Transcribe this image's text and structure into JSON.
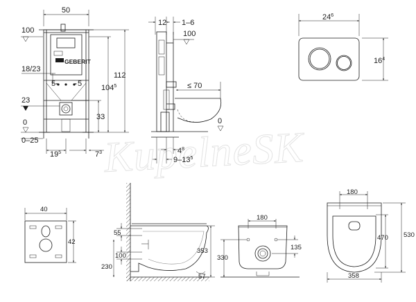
{
  "watermark": "KupelneSK",
  "frame_front": {
    "width": "50",
    "level_100": "100",
    "height_112": "112",
    "height_104": "104",
    "height_104_sup": "5",
    "level_18_23": "18/23",
    "offset_left": "5",
    "offset_right": "5",
    "level_23": "23",
    "height_33": "33",
    "level_0": "0",
    "range_0_25": "0–25",
    "bottom_19": "19",
    "bottom_19_sup": "5",
    "bottom_7": "7",
    "bottom_7_sup": "3"
  },
  "frame_side": {
    "depth_12": "12",
    "range_1_6": "1–6",
    "level_100": "100",
    "reach_70": "≤ 70",
    "level_0": "0",
    "dim_4": "4",
    "dim_4_sup": "8",
    "range_9_13": "9–13",
    "range_9_13_sup": "5"
  },
  "flush_plate": {
    "width": "24",
    "width_sup": "6",
    "height": "16",
    "height_sup": "4"
  },
  "bracket": {
    "width": "40",
    "height": "42"
  },
  "bowl_side": {
    "dim_55": "55",
    "dim_100": "100",
    "dim_230": "230",
    "dim_353": "353",
    "dim_57": "57"
  },
  "bowl_rear": {
    "dim_180": "180",
    "dim_135": "135",
    "dim_330": "330"
  },
  "bowl_top": {
    "dim_180": "180",
    "dim_470": "470",
    "dim_530": "530",
    "dim_358": "358"
  }
}
